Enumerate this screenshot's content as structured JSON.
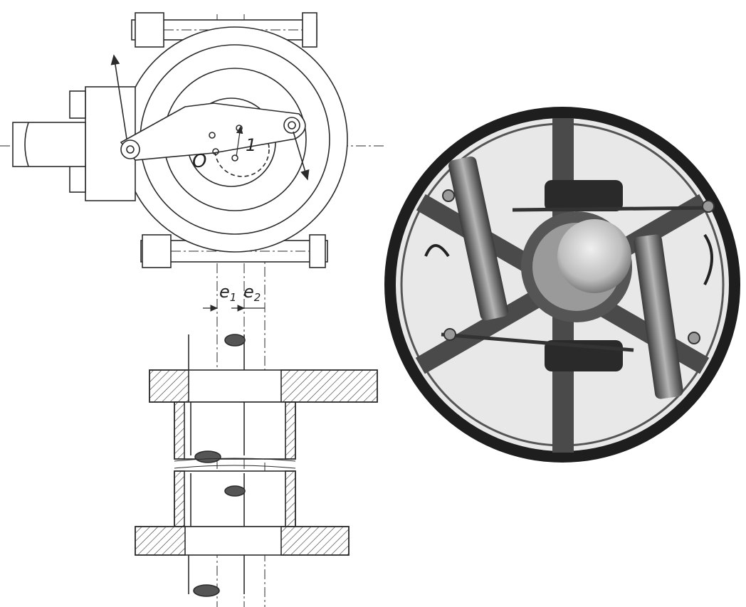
{
  "labels": {
    "center": "O",
    "point": "1",
    "e1": "e",
    "e1_sub": "1",
    "e2": "e",
    "e2_sub": "2"
  },
  "colors": {
    "ink": "#2b2b2b",
    "paper": "#ffffff",
    "photo_dark": "#1e1e1e",
    "photo_mid": "#8a8a8a",
    "photo_light": "#d9d9d9"
  }
}
